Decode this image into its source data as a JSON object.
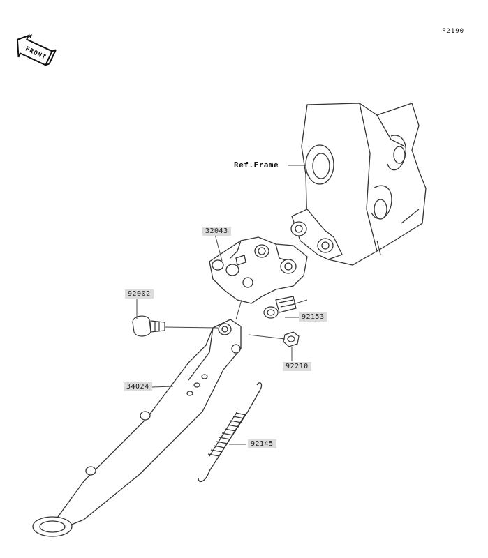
{
  "figure_code": "F2190",
  "front_label": "FRONT",
  "ref_label": "Ref.Frame",
  "parts": [
    {
      "code": "32043",
      "name": "bracket"
    },
    {
      "code": "92002",
      "name": "bolt"
    },
    {
      "code": "92153",
      "name": "bolt-flanged"
    },
    {
      "code": "92210",
      "name": "nut"
    },
    {
      "code": "34024",
      "name": "side-stand"
    },
    {
      "code": "92145",
      "name": "spring"
    }
  ]
}
